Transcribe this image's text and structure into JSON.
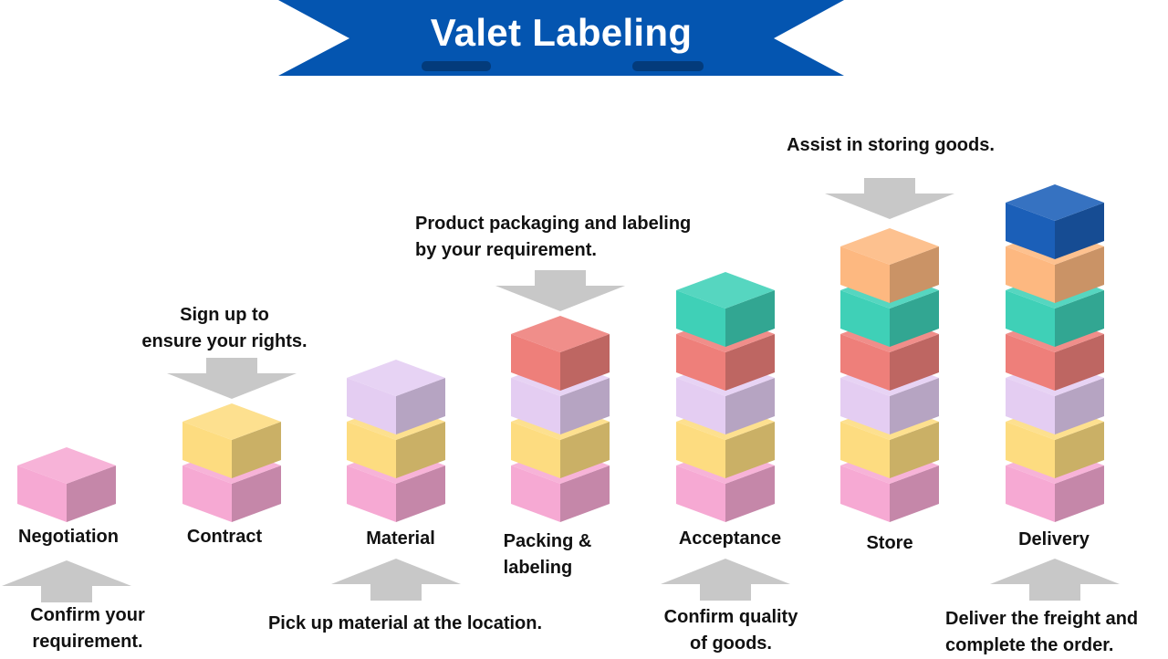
{
  "title": "Valet Labeling",
  "colors": {
    "banner": "#0455b0",
    "arrow": "#c8c8c8",
    "pink": "#f6a9d3",
    "yellow": "#fddc80",
    "lavender": "#e4cdf2",
    "red": "#ee7f7a",
    "teal": "#3fd0b7",
    "orange": "#fdb880",
    "blue": "#1b5fb8"
  },
  "steps": [
    {
      "name": "Negotiation",
      "blocks": [
        "pink"
      ],
      "note": {
        "position": "below",
        "lines": [
          "Confirm your",
          "requirement."
        ]
      }
    },
    {
      "name": "Contract",
      "blocks": [
        "pink",
        "yellow"
      ],
      "note": {
        "position": "above",
        "lines": [
          "Sign up to",
          "ensure your rights."
        ]
      }
    },
    {
      "name": "Material",
      "blocks": [
        "pink",
        "yellow",
        "lavender"
      ],
      "note": {
        "position": "below",
        "lines": [
          "Pick up material at the location."
        ]
      }
    },
    {
      "name": "Packing & labeling",
      "name_lines": [
        "Packing &",
        "labeling"
      ],
      "blocks": [
        "pink",
        "yellow",
        "lavender",
        "red"
      ],
      "note": {
        "position": "above",
        "lines": [
          "Product packaging and labeling",
          "by your requirement."
        ]
      }
    },
    {
      "name": "Acceptance",
      "blocks": [
        "pink",
        "yellow",
        "lavender",
        "red",
        "teal"
      ],
      "note": {
        "position": "below",
        "lines": [
          "Confirm quality",
          "of goods."
        ]
      }
    },
    {
      "name": "Store",
      "blocks": [
        "pink",
        "yellow",
        "lavender",
        "red",
        "teal",
        "orange"
      ],
      "note": {
        "position": "above",
        "lines": [
          "Assist in storing goods."
        ]
      }
    },
    {
      "name": "Delivery",
      "blocks": [
        "pink",
        "yellow",
        "lavender",
        "red",
        "teal",
        "orange",
        "blue"
      ],
      "note": {
        "position": "below",
        "lines": [
          "Deliver the freight and",
          "complete the order."
        ]
      }
    }
  ]
}
